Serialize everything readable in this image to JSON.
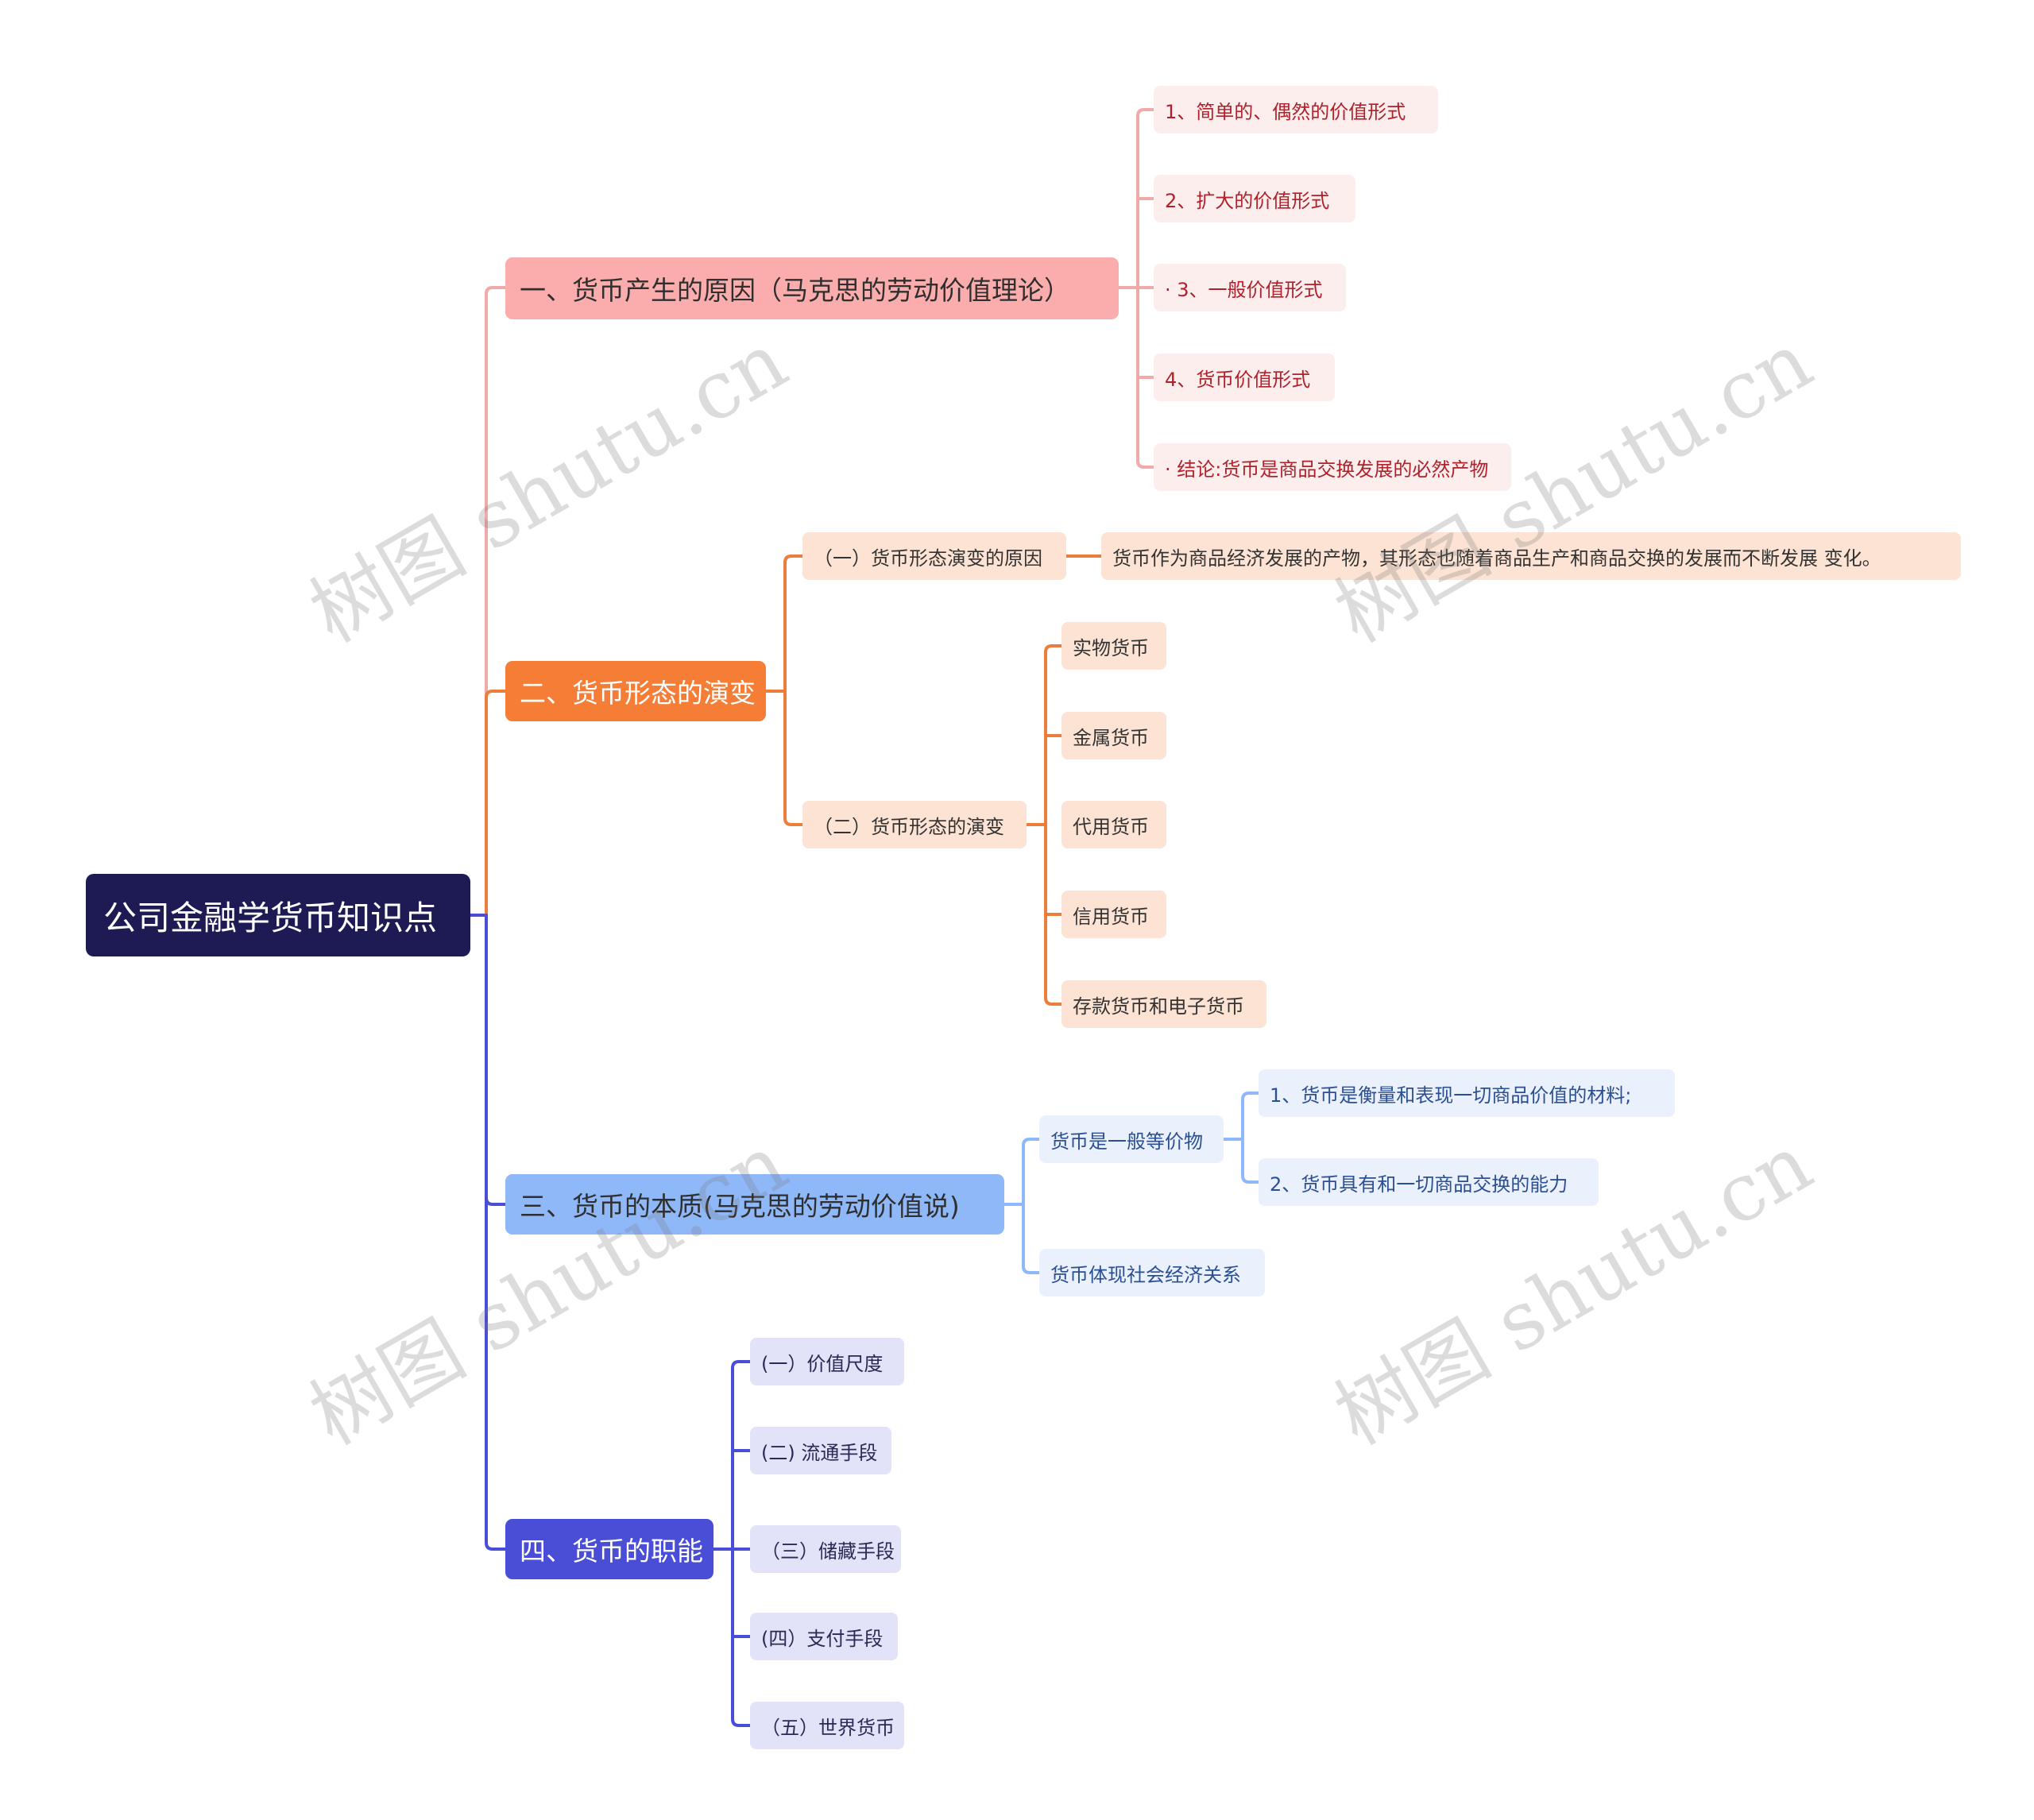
{
  "root": {
    "label": "公司金融学货币知识点"
  },
  "branches": {
    "b1": {
      "label": "一、货币产生的原因（马克思的劳动价值理论）",
      "color": "#f2a9a9",
      "children": [
        "1、简单的、偶然的价值形式",
        "2、扩大的价值形式",
        "· 3、一般价值形式",
        "4、货币价值形式",
        "· 结论:货币是商品交换发展的必然产物"
      ]
    },
    "b2": {
      "label": "二、货币形态的演变",
      "color": "#ed7d3a",
      "sub1": {
        "label": "（一）货币形态演变的原因",
        "detail": "货币作为商品经济发展的产物，其形态也随着商品生产和商品交换的发展而不断发展 变化。"
      },
      "sub2": {
        "label": "（二）货币形态的演变",
        "children": [
          "实物货币",
          "金属货币",
          "代用货币",
          "信用货币",
          "存款货币和电子货币"
        ]
      }
    },
    "b3": {
      "label": "三、货币的本质(马克思的劳动价值说)",
      "color": "#8fb8f8",
      "sub1": {
        "label": "货币是一般等价物",
        "children": [
          "1、货币是衡量和表现一切商品价值的材料;",
          "2、货币具有和一切商品交换的能力"
        ]
      },
      "sub2": {
        "label": "货币体现社会经济关系"
      }
    },
    "b4": {
      "label": "四、货币的职能",
      "color": "#4a4ed6",
      "children": [
        "(一）价值尺度",
        "(二) 流通手段",
        "（三）储藏手段",
        "(四）支付手段",
        "（五）世界货币"
      ]
    }
  },
  "watermark": "树图 shutu.cn"
}
